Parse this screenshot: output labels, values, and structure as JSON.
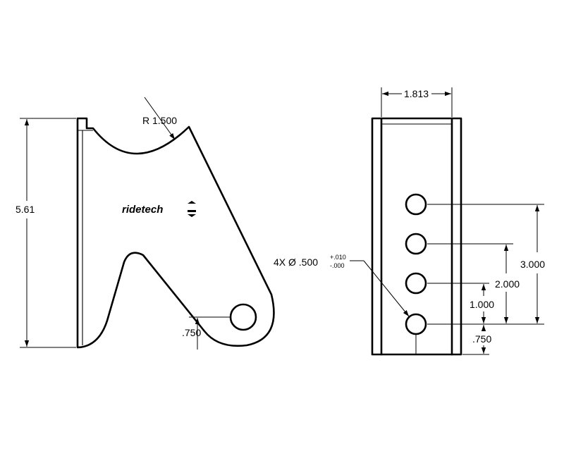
{
  "logo": {
    "text": "ridetech"
  },
  "side_view": {
    "radius_label": "R 1.500",
    "height_label": "5.61",
    "hole_height_label": ".750"
  },
  "front_view": {
    "width_label": "1.813",
    "hole_callout": {
      "text": "4X Ø .500",
      "tol_plus": "+.010",
      "tol_minus": "-.000"
    },
    "hole_spacing_labels": [
      "3.000",
      "2.000",
      "1.000",
      ".750"
    ]
  }
}
